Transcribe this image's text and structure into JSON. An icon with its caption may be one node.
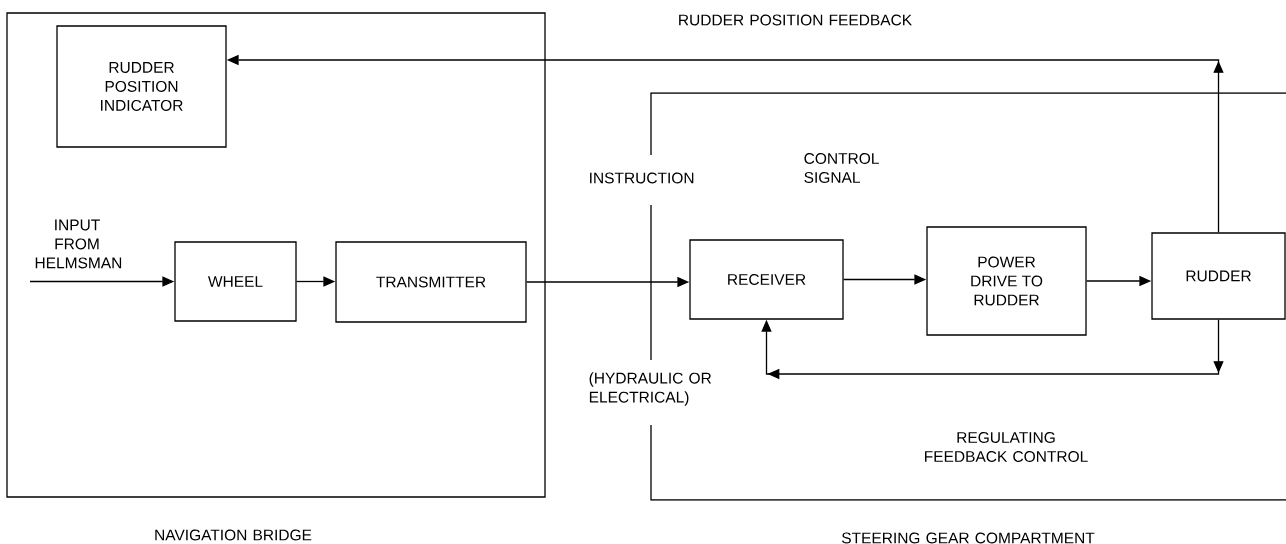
{
  "diagram": {
    "nodes": [
      {
        "text": [
          "NAVIGATION BRIDGE"
        ]
      },
      {
        "text": [
          "RUDDER POSITION INDICATOR"
        ],
        "in": 0
      },
      {
        "text": [
          "WHEEL"
        ],
        "in": 0
      },
      {
        "text": [
          "TRANSMITTER"
        ],
        "in": 0
      },
      {
        "text": [
          "STEERING GEAR COMPARTMENT"
        ]
      },
      {
        "text": [
          "RECEIVER"
        ],
        "in": 4
      },
      {
        "text": [
          "POWER DRIVE TO RUDDER"
        ],
        "in": 4
      },
      {
        "text": [
          "RUDDER"
        ],
        "in": 4
      }
    ],
    "edges": [
      {
        "from": null,
        "to": 2,
        "arrow": "to"
      },
      {
        "from": 2,
        "to": 3,
        "arrow": "to"
      },
      {
        "from": 3,
        "to": 5,
        "arrow": "to"
      },
      {
        "from": 5,
        "to": 6,
        "arrow": "to"
      },
      {
        "from": 6,
        "to": 7,
        "arrow": "to"
      },
      {
        "from": 7,
        "to": 1,
        "arrow": "to"
      },
      {
        "from": 7,
        "to": 5,
        "arrow": "to"
      }
    ],
    "labels": [
      "RUDDER POSITION FEEDBACK",
      "INPUT FROM HELMSMAN",
      "INSTRUCTION",
      "CONTROL SIGNAL",
      "(HYDRAULIC OR ELECTRICAL)",
      "REGULATING FEEDBACK CONTROL"
    ]
  }
}
